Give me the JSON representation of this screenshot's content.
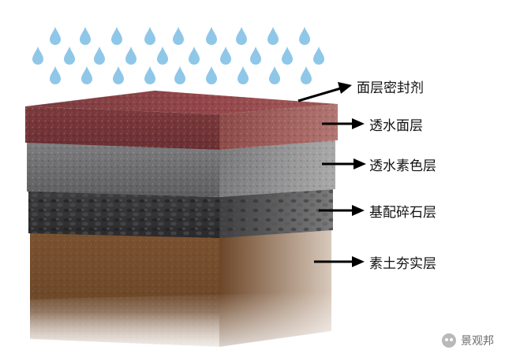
{
  "layers": {
    "sealant": "面层密封剂",
    "surface": "透水面层",
    "base_color": "透水素色层",
    "gravel": "基配碎石层",
    "soil": "素土夯实层"
  },
  "icons": {
    "rain": "water-drop-icon",
    "arrow": "arrow-right-icon",
    "watermark": "wechat-icon"
  },
  "colors": {
    "rain": "#8fc7e8",
    "surface": "#8a3f3f",
    "base_color": "#6b6b6b",
    "gravel": "#3a3a3a",
    "soil": "#7a5232",
    "arrow": "#000000"
  },
  "watermark": {
    "text": "景观邦"
  }
}
